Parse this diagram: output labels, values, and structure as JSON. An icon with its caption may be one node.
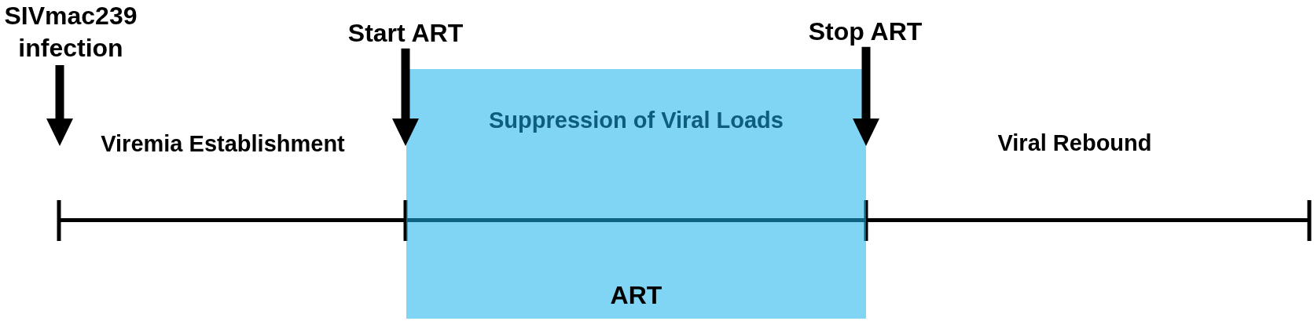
{
  "diagram": {
    "nodes": [
      {
        "text": [
          "SIVmac239 infection"
        ]
      },
      {
        "text": [
          "Start ART"
        ]
      },
      {
        "text": [
          "Stop ART"
        ]
      },
      {
        "text": [
          "Suppression of Viral Loads",
          "ART"
        ]
      }
    ],
    "edges": [
      {
        "from": 0,
        "to": null,
        "arrow": "to"
      },
      {
        "from": 1,
        "to": 3,
        "arrow": "to"
      },
      {
        "from": 2,
        "to": 3,
        "arrow": "to"
      }
    ],
    "labels": [
      "Viremia Establishment",
      "Viral Rebound"
    ]
  }
}
